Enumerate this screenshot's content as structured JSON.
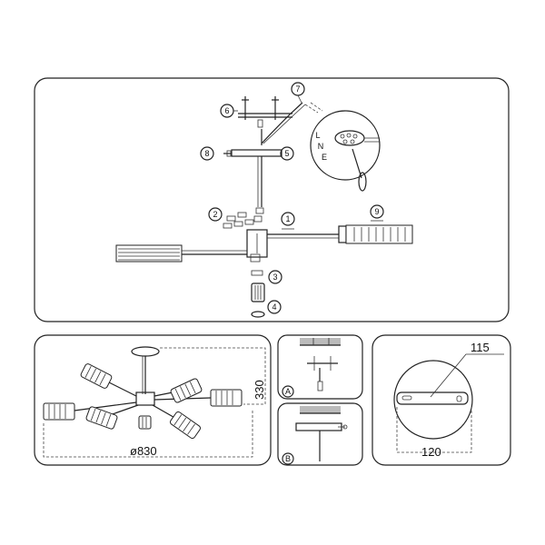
{
  "parts": {
    "p1": "1",
    "p2": "2",
    "p3": "3",
    "p4": "4",
    "p5": "5",
    "p6": "6",
    "p7": "7",
    "p8": "8",
    "p9": "9"
  },
  "detail_letters": [
    "L",
    "N",
    "E"
  ],
  "dimensions": {
    "height": "330",
    "diameter": "ø830",
    "plate_outer": "115",
    "plate_inner": "120"
  },
  "mount_options": {
    "a": "A",
    "b": "B"
  }
}
